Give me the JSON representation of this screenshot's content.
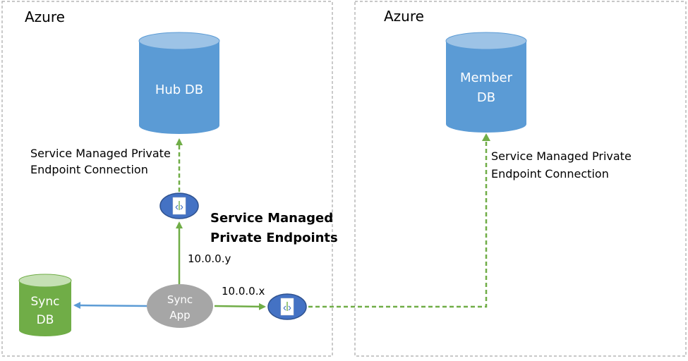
{
  "regions": {
    "left": {
      "label": "Azure"
    },
    "right": {
      "label": "Azure"
    }
  },
  "databases": {
    "hub": {
      "lines": [
        "Hub DB"
      ]
    },
    "member": {
      "lines": [
        "Member",
        "DB"
      ]
    },
    "sync": {
      "lines": [
        "Sync",
        "DB"
      ]
    }
  },
  "sync_app": {
    "lines": [
      "Sync",
      "App"
    ]
  },
  "labels": {
    "hub_connection": [
      "Service Managed Private",
      "Endpoint Connection"
    ],
    "member_connection": [
      "Service Managed Private",
      "Endpoint Connection"
    ],
    "endpoints_title": [
      "Service Managed",
      "Private Endpoints"
    ],
    "ip_hub": "10.0.0.y",
    "ip_member": "10.0.0.x"
  },
  "icons": {
    "endpoint": "private-endpoint-icon"
  },
  "colors": {
    "blue_db_body": "#5b9bd5",
    "blue_db_top": "#9dc3e6",
    "green_db_body": "#70ad47",
    "green_db_top": "#c5e0b4",
    "sync_app": "#a6a6a6",
    "green_line": "#70ad47",
    "blue_line": "#5b9bd5",
    "endpoint_fill": "#4472c4",
    "region_border": "#a6a6a6"
  }
}
